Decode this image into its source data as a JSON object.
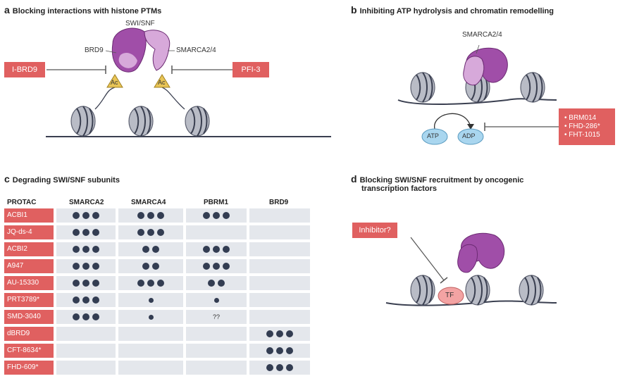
{
  "panel_a": {
    "letter": "a",
    "title": "Blocking interactions with histone PTMs",
    "complex_label": "SWI/SNF",
    "left_label": "BRD9",
    "right_label": "SMARCA2/4",
    "left_inhibitor": "I-BRD9",
    "right_inhibitor": "PFI-3",
    "ac_label": "Ac"
  },
  "panel_b": {
    "letter": "b",
    "title": "Inhibiting ATP hydrolysis and chromatin remodelling",
    "protein_label": "SMARCA2/4",
    "atp": "ATP",
    "adp": "ADP",
    "inhibitors": [
      "BRM014",
      "FHD-286*",
      "FHT-1015"
    ]
  },
  "panel_c": {
    "letter": "c",
    "title": "Degrading SWI/SNF subunits",
    "headers": [
      "PROTAC",
      "SMARCA2",
      "SMARCA4",
      "PBRM1",
      "BRD9"
    ],
    "rows": [
      {
        "name": "ACBI1",
        "cells": [
          "3",
          "3",
          "3",
          ""
        ]
      },
      {
        "name": "JQ-ds-4",
        "cells": [
          "3",
          "3",
          "",
          ""
        ]
      },
      {
        "name": "ACBI2",
        "cells": [
          "3",
          "2",
          "3",
          ""
        ]
      },
      {
        "name": "A947",
        "cells": [
          "3",
          "2",
          "3",
          ""
        ]
      },
      {
        "name": "AU-15330",
        "cells": [
          "3",
          "3",
          "2",
          ""
        ]
      },
      {
        "name": "PRT3789*",
        "cells": [
          "3",
          "1s",
          "1s",
          ""
        ]
      },
      {
        "name": "SMD-3040",
        "cells": [
          "3",
          "1s",
          "??",
          ""
        ]
      },
      {
        "name": "dBRD9",
        "cells": [
          "",
          "",
          "",
          "3"
        ]
      },
      {
        "name": "CFT-8634*",
        "cells": [
          "",
          "",
          "",
          "3"
        ]
      },
      {
        "name": "FHD-609*",
        "cells": [
          "",
          "",
          "",
          "3"
        ]
      }
    ]
  },
  "panel_d": {
    "letter": "d",
    "title_line1": "Blocking SWI/SNF recruitment by oncogenic",
    "title_line2": "transcription factors",
    "inhibitor": "Inhibitor?",
    "tf": "TF"
  },
  "colors": {
    "red": "#e06060",
    "purple": "#a04ea8",
    "light_purple": "#d7a9da",
    "nucleosome": "#b9bcc6",
    "dot": "#333d52",
    "cell": "#e4e7ec",
    "ac_yellow": "#e9c556",
    "atp_blue": "#a9d6ef",
    "tf_pink": "#f3a3a3"
  }
}
